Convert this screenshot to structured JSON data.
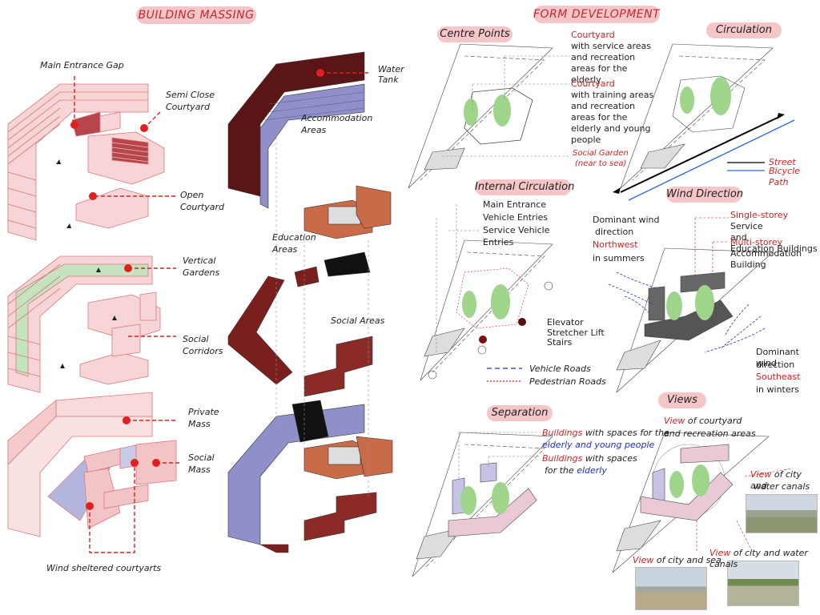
{
  "titles": {
    "building_massing": "BUILDING MASSING",
    "form_development": "FORM DEVELOPMENT"
  },
  "massing_labels": {
    "main_entrance_gap": "Main Entrance Gap",
    "semi_close_courtyard_1": "Semi Close",
    "semi_close_courtyard_2": "Courtyard",
    "open_courtyard_1": "Open",
    "open_courtyard_2": "Courtyard",
    "vertical_gardens_1": "Vertical",
    "vertical_gardens_2": "Gardens",
    "social_corridors_1": "Social",
    "social_corridors_2": "Corridors",
    "private_mass_1": "Private",
    "private_mass_2": "Mass",
    "social_mass_1": "Social",
    "social_mass_2": "Mass",
    "wind_sheltered": "Wind sheltered courtyarts"
  },
  "exploded_labels": {
    "water_tank_1": "Water",
    "water_tank_2": "Tank",
    "accommodation_1": "Accommodation",
    "accommodation_2": "Areas",
    "education_1": "Education",
    "education_2": "Areas",
    "social_areas": "Social Areas"
  },
  "panels": {
    "centre_points": {
      "title": "Centre Points",
      "courtyard1_title": "Courtyard",
      "courtyard1_lines": [
        "with service areas",
        "and recreation",
        "areas for the",
        "elderly"
      ],
      "courtyard2_title": "Courtyard",
      "courtyard2_lines": [
        "with training areas",
        "and recreation",
        "areas for the",
        "elderly and young",
        "people"
      ],
      "social_garden": "Social Garden",
      "social_garden_note": "(near to sea)"
    },
    "circulation": {
      "title": "Circulation",
      "street": "Street",
      "bicycle": "Bicycle Path"
    },
    "internal_circulation": {
      "title": "Internal Circulation",
      "main_entrance": "Main Entrance",
      "vehicle_entries": "Vehicle Entries",
      "service_vehicle_1": "Service Vehicle",
      "service_vehicle_2": "Entries",
      "elevator": "Elevator",
      "stretcher": "Stretcher Lift",
      "stairs": "Stairs",
      "vehicle_roads": "Vehicle Roads",
      "pedestrian_roads": "Pedestrian Roads"
    },
    "wind_direction": {
      "title": "Wind Direction",
      "nw_1": "Dominant wind",
      "nw_2": "direction",
      "nw_3": "Northwest",
      "nw_4": "in summers",
      "single_storey": "Single-storey",
      "single_rest_1": "Service",
      "single_rest_2": "and",
      "single_rest_3": "Education Buildings",
      "multi_storey": "Multi-storey",
      "multi_rest_1": "Accommodation",
      "multi_rest_2": "Building",
      "se_1": "Dominant wind",
      "se_2": "direction",
      "se_3": "Southeast",
      "se_4": "in winters"
    },
    "separation": {
      "title": "Separation",
      "b1_word": "Buildings",
      "b1_rest": "with spaces for the",
      "b1_blue": "elderly and young people",
      "b2_word": "Buildings",
      "b2_rest": "with spaces",
      "b2_for": "for the",
      "b2_blue": "elderly"
    },
    "views": {
      "title": "Views",
      "v1_word": "View",
      "v1_rest": "of courtyard",
      "v1_line2": "and recreation areas",
      "v2_word": "View",
      "v2_rest": "of city and",
      "v2_line2": "water canals",
      "v3_word": "View",
      "v3_rest": "of city and sea",
      "v4_word": "View",
      "v4_rest": "of city and water canals"
    }
  },
  "colors": {
    "accent_red": "#d42222",
    "pill_bg": "#f4c6c8",
    "pink_mass": "#f2c4c6",
    "accommodation_purple": "#8f8fc9",
    "accommodation_dark": "#5a1517",
    "education_orange": "#c96a48",
    "social_red": "#8b2a26",
    "green_court": "#8fcc7a"
  }
}
